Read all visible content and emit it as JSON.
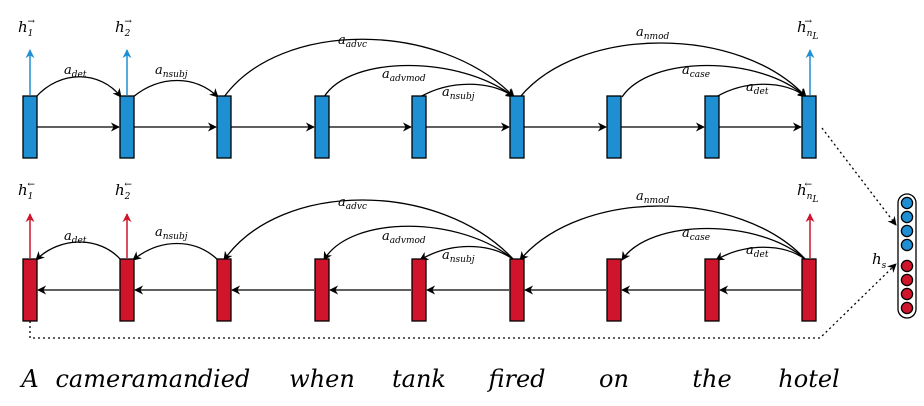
{
  "words": [
    "A",
    "cameraman",
    "died",
    "when",
    "tank",
    "fired",
    "on",
    "the",
    "hotel"
  ],
  "colors": {
    "forward": "#1f8fd4",
    "backward": "#d0142c"
  },
  "forward_outputs": [
    {
      "base": "h",
      "sub": "1",
      "sup": "→"
    },
    {
      "base": "h",
      "sub": "2",
      "sup": "→"
    },
    {
      "base": "h",
      "sub": "n",
      "subsub": "L",
      "sup": "→"
    }
  ],
  "backward_outputs": [
    {
      "base": "h",
      "sub": "1",
      "sup": "←"
    },
    {
      "base": "h",
      "sub": "2",
      "sup": "←"
    },
    {
      "base": "h",
      "sub": "n",
      "subsub": "L",
      "sup": "←"
    }
  ],
  "dependency_labels": {
    "det_first": {
      "base": "a",
      "sub": "det"
    },
    "nsubj_first": {
      "base": "a",
      "sub": "nsubj"
    },
    "advc": {
      "base": "a",
      "sub": "advc"
    },
    "advmod": {
      "base": "a",
      "sub": "advmod"
    },
    "nsubj_second": {
      "base": "a",
      "sub": "nsubj"
    },
    "nmod": {
      "base": "a",
      "sub": "nmod"
    },
    "case": {
      "base": "a",
      "sub": "case"
    },
    "det_second": {
      "base": "a",
      "sub": "det"
    }
  },
  "sentence_vector": {
    "base": "h",
    "sub": "s"
  }
}
